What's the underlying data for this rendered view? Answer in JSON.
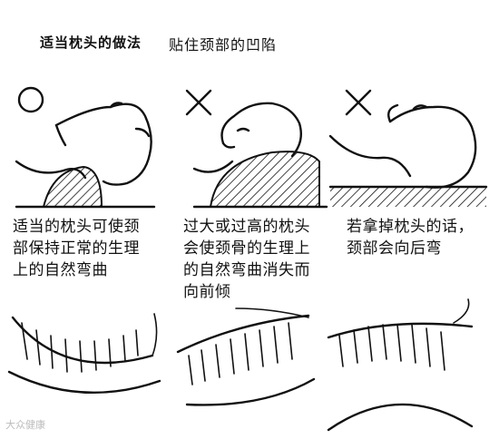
{
  "heading": {
    "title": "适当枕头的做法",
    "subtitle": "贴住颈部的凹陷"
  },
  "marks": {
    "good": "circle",
    "bad_high": "cross",
    "bad_none": "cross"
  },
  "captions": [
    {
      "id": "proper",
      "text": "适当的枕头可使颈\n部保持正常的生理\n上的自然弯曲"
    },
    {
      "id": "too-high",
      "text": "过大或过高的枕头\n会使颈骨的生理上\n的自然弯曲消失而\n向前倾"
    },
    {
      "id": "no-pillow",
      "text": "若拿掉枕头的话，\n颈部会向后弯"
    }
  ],
  "watermark": "大众健康"
}
